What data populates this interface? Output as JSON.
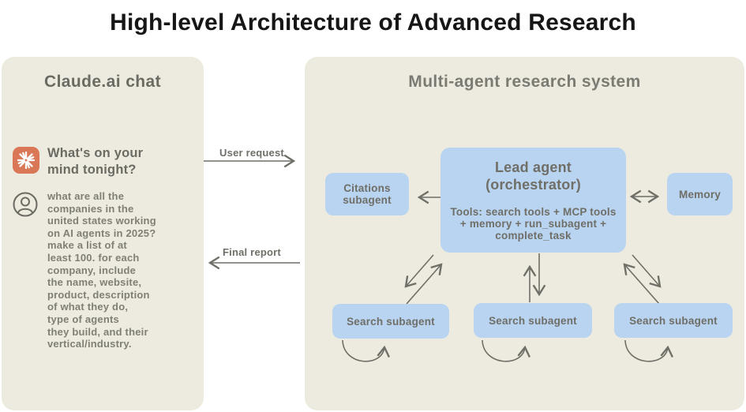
{
  "title": "High-level Architecture of Advanced Research",
  "colors": {
    "panel_background": "#edebe0",
    "node_background": "#b9d4f1",
    "claude_orange": "#d97757",
    "heading_gray": "#6b6a63",
    "body_gray": "#807f76",
    "arrow_gray": "#6f6e67",
    "title_black": "#161616"
  },
  "chat_panel": {
    "title": "Claude.ai chat",
    "greeting": "What's on your\nmind tonight?",
    "user_message": "what are all the\ncompanies in the\nunited states working\non AI agents in 2025?\nmake a list of at\nleast 100. for each\ncompany, include\nthe name, website,\nproduct, description\nof what they do,\ntype of agents\nthey build, and their\nvertical/industry.",
    "icons": {
      "assistant": "claude-logo-icon",
      "user": "user-avatar-icon"
    }
  },
  "flow": {
    "user_request_label": "User request",
    "final_report_label": "Final report"
  },
  "research_panel": {
    "title": "Multi-agent research system",
    "nodes": {
      "lead": {
        "title": "Lead agent\n(orchestrator)",
        "tools": "Tools: search tools + MCP tools\n+ memory + run_subagent +\ncomplete_task"
      },
      "citations": {
        "label": "Citations\nsubagent"
      },
      "memory": {
        "label": "Memory"
      },
      "search_1": {
        "label": "Search subagent"
      },
      "search_2": {
        "label": "Search subagent"
      },
      "search_3": {
        "label": "Search subagent"
      }
    }
  }
}
